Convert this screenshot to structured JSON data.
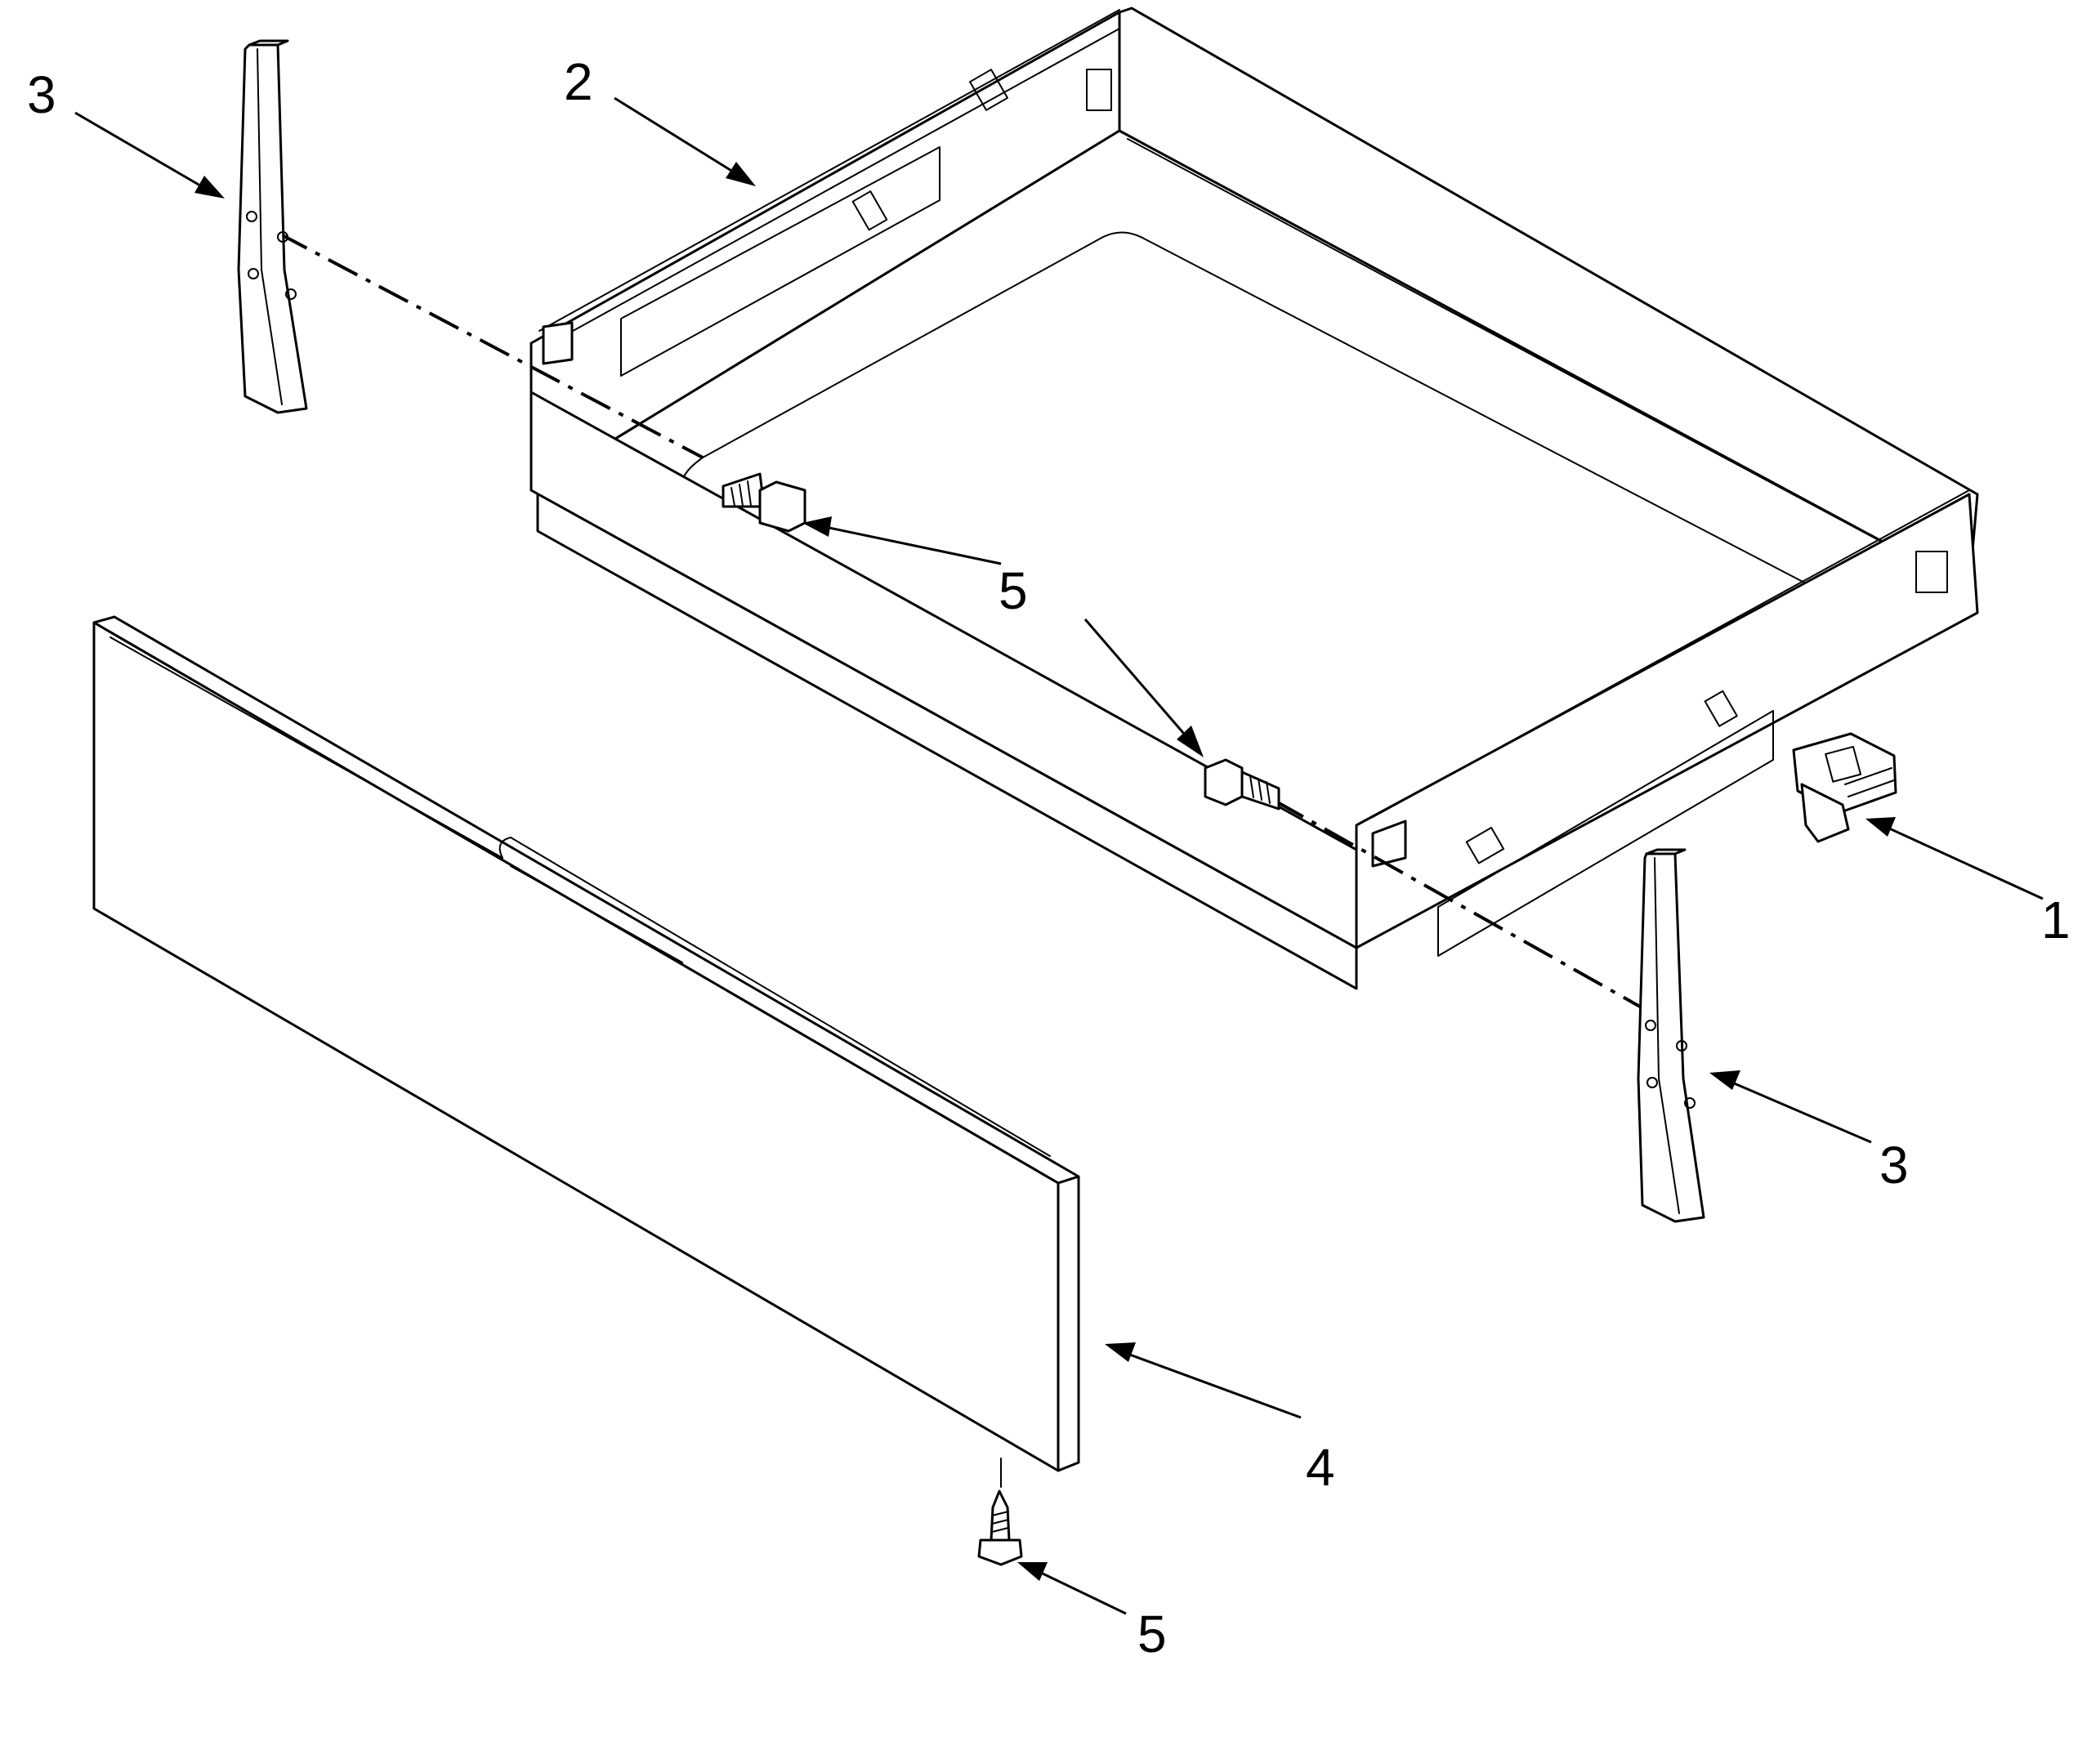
{
  "callouts": {
    "c1": "1",
    "c2": "2",
    "c3_top": "3",
    "c3_right": "3",
    "c4": "4",
    "c5_upper": "5",
    "c5_bottom": "5"
  }
}
